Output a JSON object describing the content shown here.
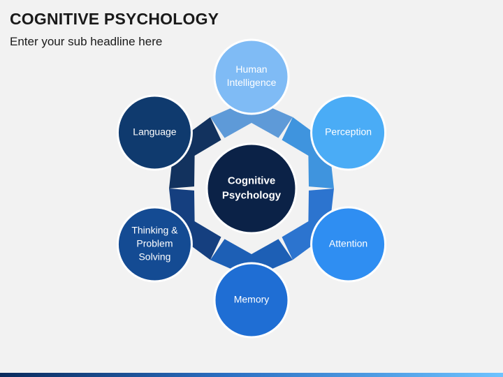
{
  "header": {
    "title": "COGNITIVE PSYCHOLOGY",
    "subtitle": "Enter your sub headline here"
  },
  "diagram": {
    "center": {
      "lines": [
        "Cognitive",
        "Psychology"
      ],
      "color": "#0b2247"
    },
    "nodes": [
      {
        "id": "human-intelligence",
        "lines": [
          "Human",
          "Intelligence"
        ],
        "color": "#7fbbf5",
        "band": "#5e9ad8"
      },
      {
        "id": "perception",
        "lines": [
          "Perception"
        ],
        "color": "#4aacf6",
        "band": "#3f94de"
      },
      {
        "id": "attention",
        "lines": [
          "Attention"
        ],
        "color": "#2f8ef2",
        "band": "#2c74cf"
      },
      {
        "id": "memory",
        "lines": [
          "Memory"
        ],
        "color": "#1f6ed4",
        "band": "#1d5fb5"
      },
      {
        "id": "thinking-problem-solving",
        "lines": [
          "Thinking &",
          "Problem",
          "Solving"
        ],
        "color": "#144b93",
        "band": "#153f7f"
      },
      {
        "id": "language",
        "lines": [
          "Language"
        ],
        "color": "#0f3a6e",
        "band": "#12325e"
      }
    ]
  }
}
